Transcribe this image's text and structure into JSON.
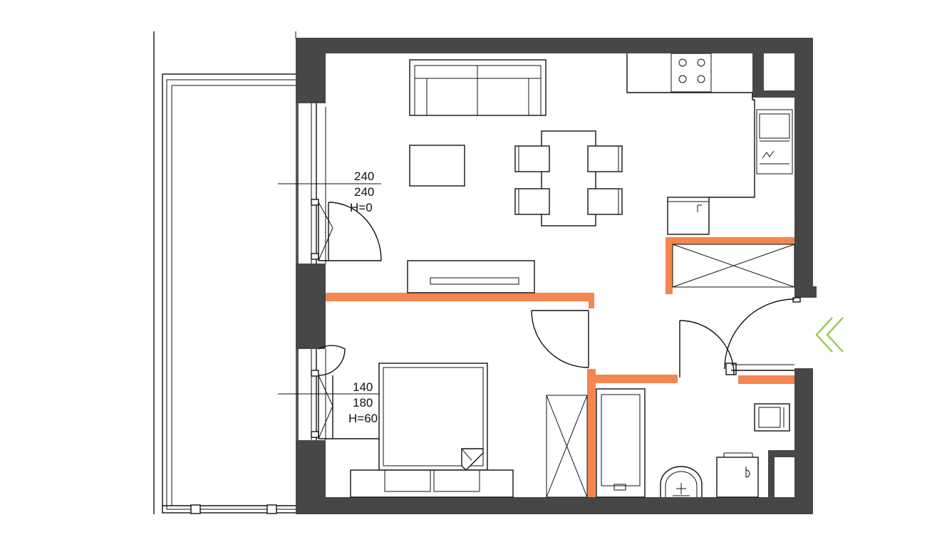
{
  "plan": {
    "colors": {
      "wall": "#474747",
      "partition": "#f4864f",
      "line": "#111111",
      "entrance_arrow": "#8dc63f"
    },
    "window_living": {
      "width": "240",
      "height": "240",
      "sill": "H=0"
    },
    "window_bedroom": {
      "width": "140",
      "height": "180",
      "sill": "H=60"
    },
    "entrance_icon": "double-chevron-left-icon"
  }
}
